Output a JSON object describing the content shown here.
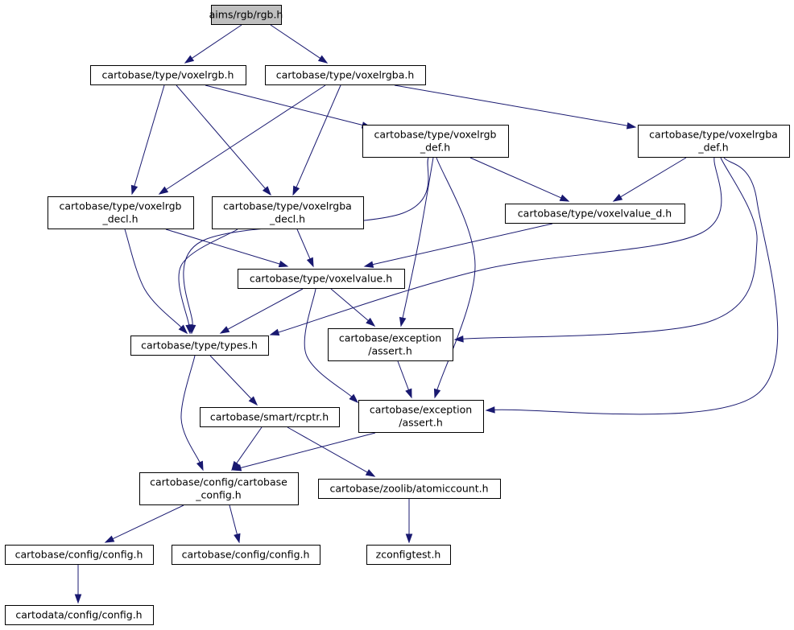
{
  "diagram": {
    "type": "include-dependency-graph",
    "colors": {
      "edge": "#191970",
      "root_fill": "#bfbfbf",
      "node_fill": "#ffffff",
      "border": "#000000"
    },
    "nodes": {
      "rgb_h": [
        "aims/rgb/rgb.h"
      ],
      "voxelrgb_h": [
        "cartobase/type/voxelrgb.h"
      ],
      "voxelrgba_h": [
        "cartobase/type/voxelrgba.h"
      ],
      "voxelrgb_def": [
        "cartobase/type/voxelrgb",
        "_def.h"
      ],
      "voxelrgba_def": [
        "cartobase/type/voxelrgba",
        "_def.h"
      ],
      "voxelrgb_decl": [
        "cartobase/type/voxelrgb",
        "_decl.h"
      ],
      "voxelrgba_decl": [
        "cartobase/type/voxelrgba",
        "_decl.h"
      ],
      "voxelvalue_d": [
        "cartobase/type/voxelvalue_d.h"
      ],
      "voxelvalue": [
        "cartobase/type/voxelvalue.h"
      ],
      "types": [
        "cartobase/type/types.h"
      ],
      "assert1": [
        "cartobase/exception",
        "/assert.h"
      ],
      "rcptr": [
        "cartobase/smart/rcptr.h"
      ],
      "assert2": [
        "cartobase/exception",
        "/assert.h"
      ],
      "cartobase_config": [
        "cartobase/config/cartobase",
        "_config.h"
      ],
      "atomiccount": [
        "cartobase/zoolib/atomiccount.h"
      ],
      "config_a": [
        "cartobase/config/config.h"
      ],
      "config_b": [
        "cartobase/config/config.h"
      ],
      "zconfigtest": [
        "zconfigtest.h"
      ],
      "cartodata_config": [
        "cartodata/config/config.h"
      ]
    },
    "edges": [
      [
        "rgb_h",
        "voxelrgb_h"
      ],
      [
        "rgb_h",
        "voxelrgba_h"
      ],
      [
        "voxelrgb_h",
        "voxelrgb_decl"
      ],
      [
        "voxelrgb_h",
        "voxelrgba_decl"
      ],
      [
        "voxelrgb_h",
        "voxelrgb_def"
      ],
      [
        "voxelrgba_h",
        "voxelrgb_decl"
      ],
      [
        "voxelrgba_h",
        "voxelrgba_decl"
      ],
      [
        "voxelrgba_h",
        "voxelrgba_def"
      ],
      [
        "voxelrgb_def",
        "voxelvalue_d"
      ],
      [
        "voxelrgb_def",
        "types"
      ],
      [
        "voxelrgb_def",
        "assert1"
      ],
      [
        "voxelrgb_def",
        "assert2"
      ],
      [
        "voxelrgba_def",
        "voxelvalue_d"
      ],
      [
        "voxelrgba_def",
        "types"
      ],
      [
        "voxelrgba_def",
        "assert1"
      ],
      [
        "voxelrgba_def",
        "assert2"
      ],
      [
        "voxelrgb_decl",
        "voxelvalue"
      ],
      [
        "voxelrgb_decl",
        "types"
      ],
      [
        "voxelrgba_decl",
        "voxelvalue"
      ],
      [
        "voxelrgba_decl",
        "types"
      ],
      [
        "voxelvalue_d",
        "voxelvalue"
      ],
      [
        "voxelvalue",
        "types"
      ],
      [
        "voxelvalue",
        "assert1"
      ],
      [
        "voxelvalue",
        "assert2"
      ],
      [
        "types",
        "rcptr"
      ],
      [
        "types",
        "cartobase_config"
      ],
      [
        "assert1",
        "assert2"
      ],
      [
        "assert2",
        "cartobase_config"
      ],
      [
        "rcptr",
        "cartobase_config"
      ],
      [
        "rcptr",
        "atomiccount"
      ],
      [
        "cartobase_config",
        "config_a"
      ],
      [
        "cartobase_config",
        "config_b"
      ],
      [
        "atomiccount",
        "zconfigtest"
      ],
      [
        "config_a",
        "cartodata_config"
      ]
    ]
  }
}
